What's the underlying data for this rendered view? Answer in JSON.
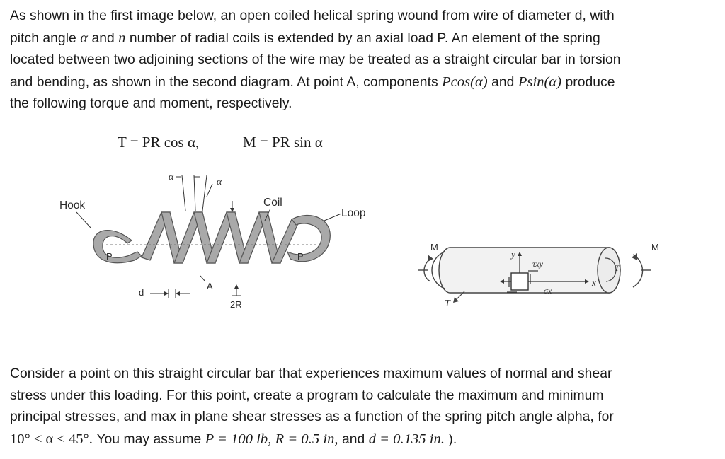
{
  "intro": {
    "line1": [
      "As shown in the first image below, an open coiled helical spring wound from wire of diameter d, with"
    ],
    "line2": [
      "pitch angle ",
      "α",
      " and ",
      "n",
      " number of radial coils is extended by an axial load P.  An element of the spring"
    ],
    "line3": [
      "located between two adjoining sections of the wire may be treated as a straight circular bar in torsion"
    ],
    "line4": [
      "and bending, as shown in the second diagram.  At point A, components ",
      "Pcos(α)",
      " and ",
      "Psin(α)",
      " produce"
    ],
    "line5": [
      "the following torque and moment, respectively."
    ]
  },
  "equations": {
    "torque": "T = PR cos α,",
    "moment": "M = PR sin α"
  },
  "spring_figure": {
    "hook": "Hook",
    "coil": "Coil",
    "loop": "Loop",
    "load_left": "P",
    "load_right": "P",
    "point_a": "A",
    "diameter_label": "d",
    "radius_label": "2R",
    "alpha_left": "α",
    "alpha_right": "α"
  },
  "bar_figure": {
    "moment_left": "M",
    "moment_right": "M",
    "torque_bottom": "T",
    "torque_right": "T",
    "y_axis": "y",
    "x_axis": "x",
    "tau": "τxy",
    "sigma": "σx"
  },
  "question": {
    "line1": [
      "Consider a point on this straight circular bar that experiences maximum values of normal and shear"
    ],
    "line2": [
      "stress under this loading.  For this point, create a program to calculate the maximum and minimum"
    ],
    "line3": [
      "principal stresses, and max in plane shear stresses as a function of the spring pitch angle alpha, for"
    ],
    "line4": [
      "10° ≤ α ≤ 45°.",
      "  You may assume ",
      "P = 100 lb, R = 0.5 in,",
      " and ",
      "d = 0.135 in.",
      "  )."
    ]
  }
}
